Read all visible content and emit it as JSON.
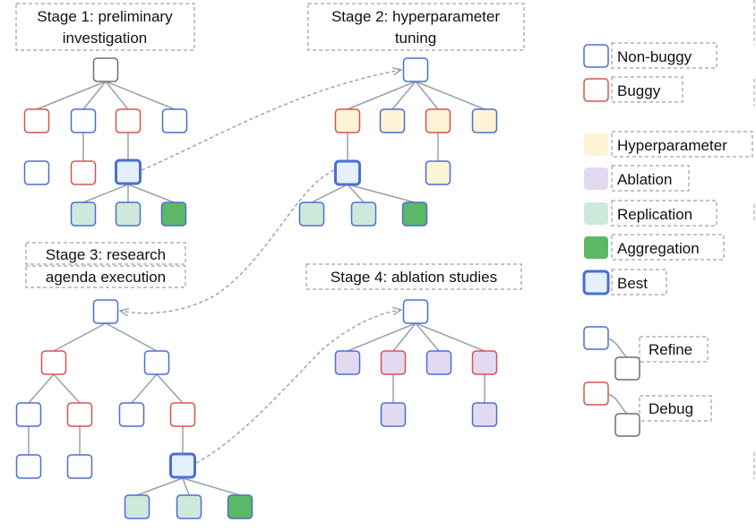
{
  "stages": [
    {
      "title_lines": [
        "Stage 1: preliminary",
        "investigation"
      ]
    },
    {
      "title_lines": [
        "Stage 2: hyperparameter",
        "tuning"
      ]
    },
    {
      "title_lines": [
        "Stage 3: research",
        "agenda execution"
      ]
    },
    {
      "title_lines": [
        "Stage 4: ablation studies"
      ]
    }
  ],
  "legend": {
    "items": [
      {
        "label": "Non-buggy",
        "kind": "nonbuggy"
      },
      {
        "label": "Buggy",
        "kind": "buggy"
      },
      {
        "label": "Hyperparameter",
        "kind": "hyper"
      },
      {
        "label": "Ablation",
        "kind": "ablation"
      },
      {
        "label": "Replication",
        "kind": "replication"
      },
      {
        "label": "Aggregation",
        "kind": "aggregation"
      },
      {
        "label": "Best",
        "kind": "best"
      }
    ],
    "refine_label": "Refine",
    "debug_label": "Debug"
  },
  "colors": {
    "blue_stroke": "#4a6fd4",
    "red_stroke": "#d9534f",
    "gray_stroke": "#6e6e6e",
    "hyper_fill": "#fdf3d6",
    "ablation_fill": "#e3daf2",
    "replication_fill": "#cfe8dc",
    "aggregation_fill": "#5cb866",
    "best_fill": "#e4f0fb",
    "edge": "#9aa0a8",
    "dashed_arrow": "#9aa3b5",
    "box_border": "#888888"
  }
}
